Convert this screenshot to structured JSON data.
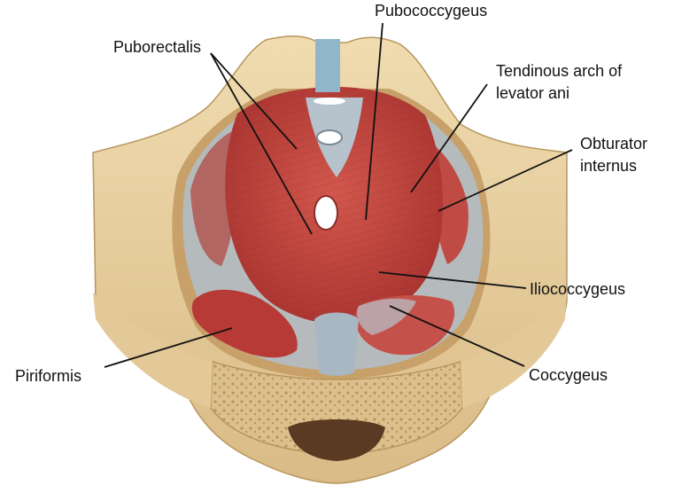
{
  "labels": {
    "pubococcygeus": "Pubococcygeus",
    "puborectalis": "Puborectalis",
    "tendinous_arch_line1": "Tendinous arch of",
    "tendinous_arch_line2": "levator ani",
    "obturator_line1": "Obturator",
    "obturator_line2": "internus",
    "iliococcygeus": "Iliococcygeus",
    "piriformis": "Piriformis",
    "coccygeus": "Coccygeus"
  },
  "colors": {
    "bone": "#e8d2a4",
    "bone_shadow": "#c9a772",
    "bone_spongy": "#d8bd8a",
    "muscle": "#c2443e",
    "muscle_dark": "#9e2e2c",
    "fascia": "#a9b9c6",
    "ligament": "#8fb7c9",
    "leader_line": "#111111"
  }
}
